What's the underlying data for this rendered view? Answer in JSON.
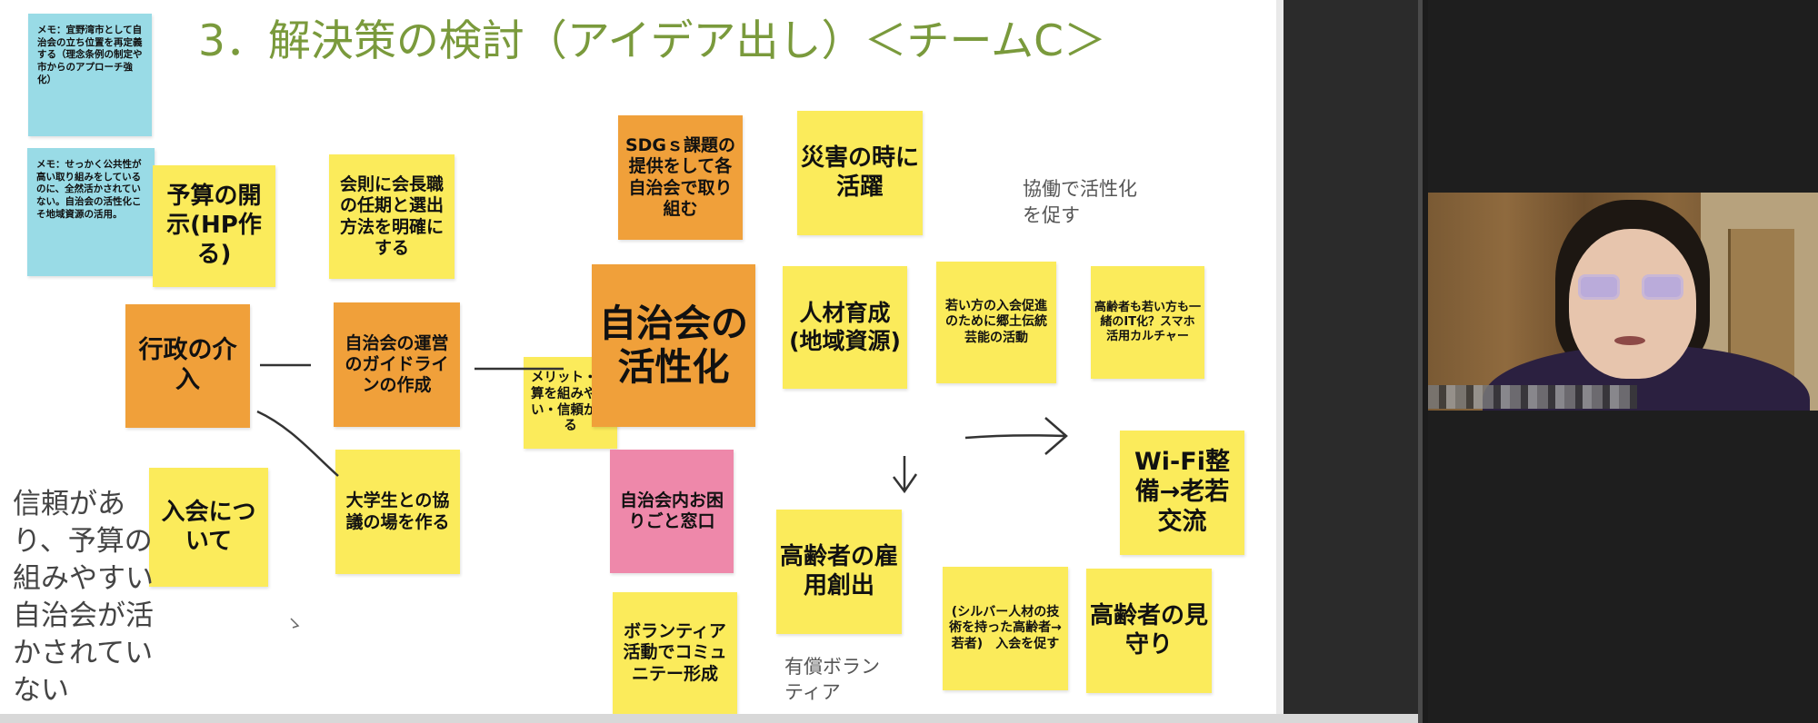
{
  "slide": {
    "title": "3．解決策の検討（アイデア出し）＜チームC＞",
    "memos": [
      "メモ：宜野湾市として自治会の立ち位置を再定義する（理念条例の制定や市からのアプローチ強化）",
      "メモ：せっかく公共性が高い取り組みをしているのに、全然活かされていない。自治会の活性化こそ地域資源の活用。"
    ],
    "notes": {
      "budget_disclosure": "予算の開示(HP作る)",
      "bylaws": "会則に会長職の任期と選出方法を明確にする",
      "admin_intervention": "行政の介入",
      "guideline": "自治会の運営のガイドラインの作成",
      "merit": "メリット・予算を組みやすい・信頼がある",
      "sdgs": "SDGｓ課題の提供をして各自治会で取り組む",
      "disaster": "災害の時に活躍",
      "activation": "自治会の活性化",
      "talent": "人材育成(地域資源)",
      "youth": "若い方の入会促進のために郷土伝統芸能の活動",
      "elderly_it": "高齢者も若い方も一緒のIT化？スマホ活用カルチャー",
      "membership": "入会について",
      "university": "大学生との協議の場を作る",
      "consultation": "自治会内お困りごと窓口",
      "elderly_employment": "高齢者の雇用創出",
      "wifi": "Wi-Fi整備→老若交流",
      "volunteer": "ボランティア活動でコミュニテー形成",
      "silver": "(シルバー人材の技術を持った高齢者→若者)　入会を促す",
      "elderly_watch": "高齢者の見守り"
    },
    "annotations": {
      "collaboration": "協働で活性化を促す",
      "paid_volunteer": "有償ボランティア",
      "trust": "信頼があり、予算の組みやすい自治会が活かされていない"
    }
  },
  "colors": {
    "sticky_yellow": "#fbeb5b",
    "sticky_orange": "#f0a03a",
    "sticky_cyan": "#99dbe6",
    "sticky_pink": "#ee88aa",
    "title_green": "#7a9a3c"
  }
}
